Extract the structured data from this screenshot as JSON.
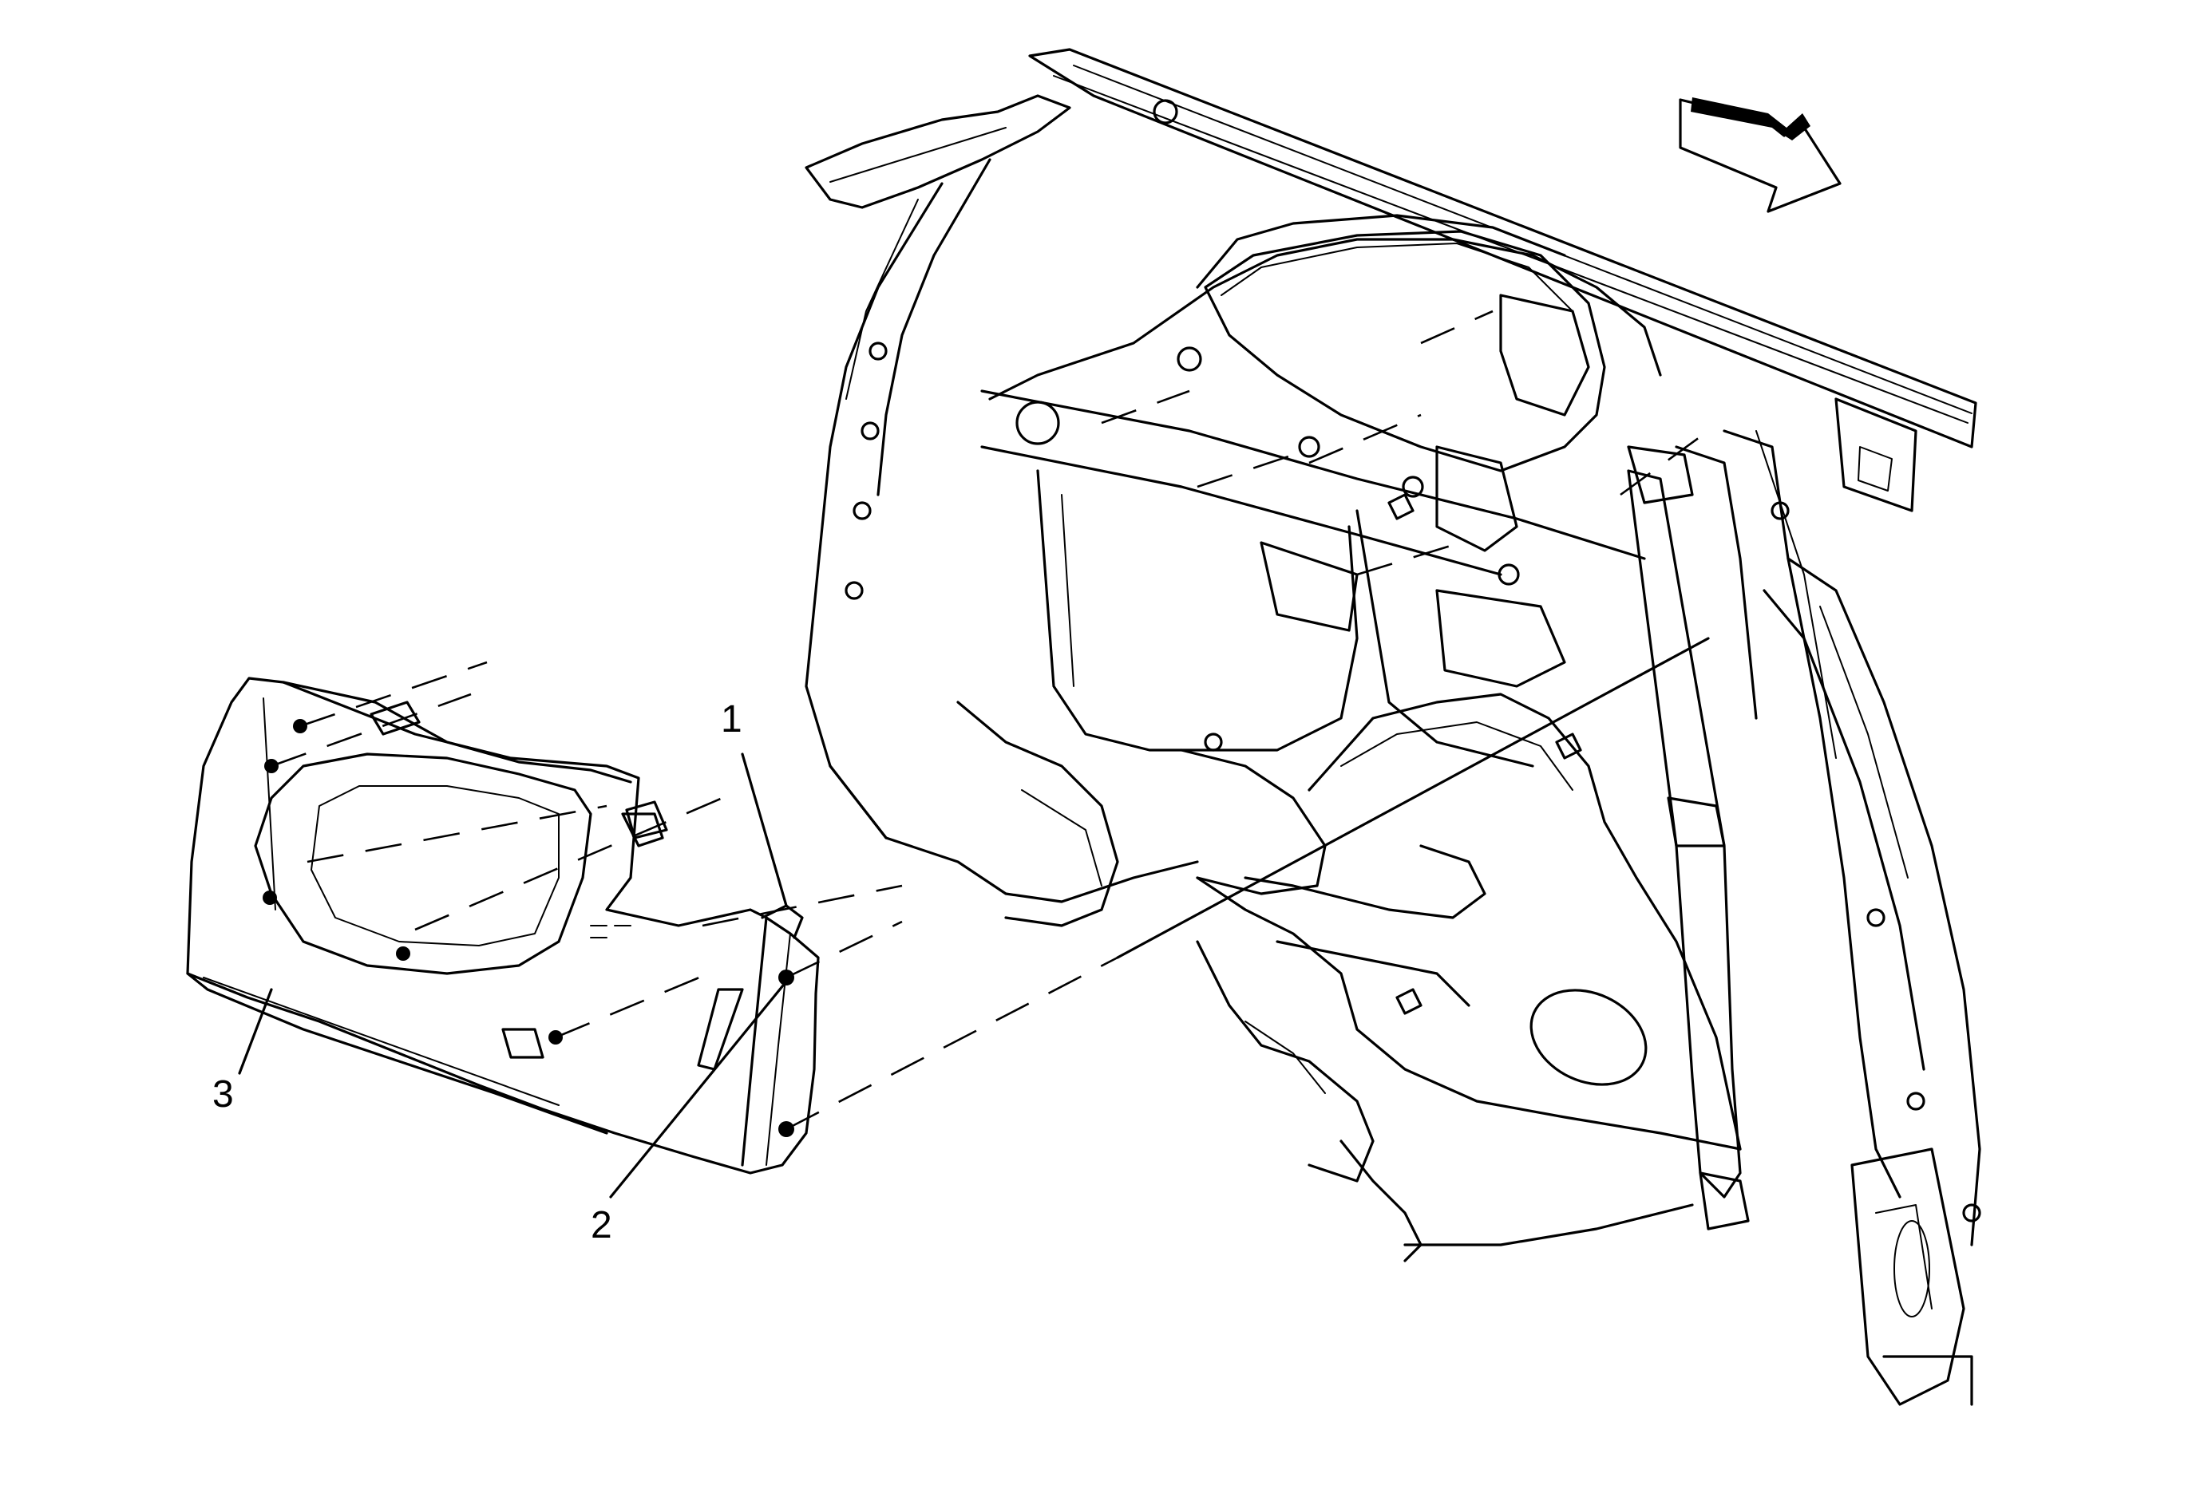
{
  "diagram": {
    "callouts": [
      {
        "id": "c1",
        "text": "1"
      },
      {
        "id": "c2",
        "text": "2"
      },
      {
        "id": "c3",
        "text": "3"
      }
    ],
    "icons": {
      "direction_arrow": "forward-direction-arrow-icon"
    },
    "colors": {
      "line": "#000000",
      "background": "#ffffff"
    }
  }
}
